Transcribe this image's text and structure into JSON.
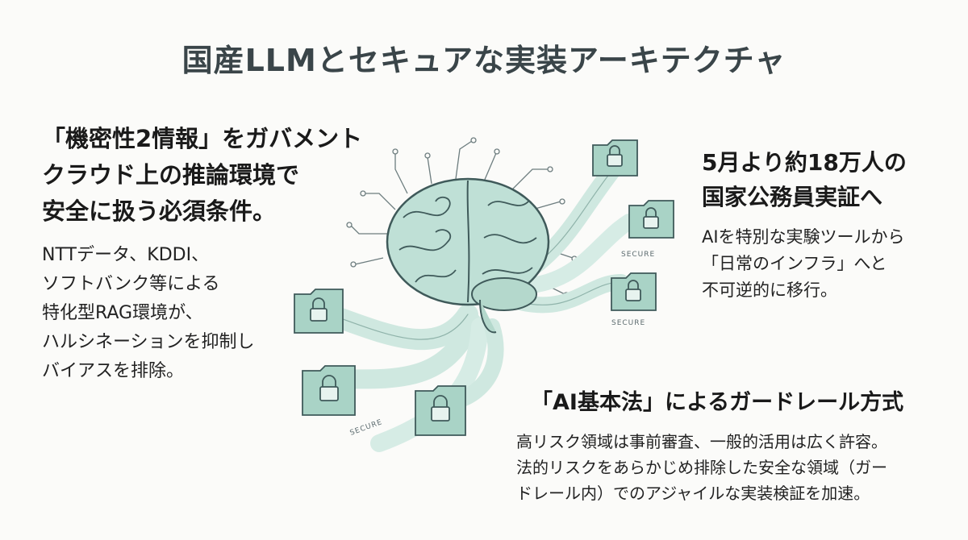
{
  "title": "国産LLMとセキュアな実装アーキテクチャ",
  "left": {
    "heading": "「機密性2情報」をガバメント\nクラウド上の推論環境で\n安全に扱う必須条件。",
    "body": "NTTデータ、KDDI、\nソフトバンク等による\n特化型RAG環境が、\nハルシネーションを抑制し\nバイアスを排除。"
  },
  "right_top": {
    "heading": "5月より約18万人の\n国家公務員実証へ",
    "body": "AIを特別な実験ツールから\n「日常のインフラ」へと\n不可逆的に移行。"
  },
  "bottom": {
    "heading": "「AI基本法」によるガードレール方式",
    "body": "高リスク領域は事前審査、一般的活用は広く許容。\n法的リスクをあらかじめ排除した安全な領域（ガー\nドレール内）でのアジャイルな実装検証を加速。"
  },
  "illustration": {
    "secure_label": "SECURE",
    "icons": [
      "brain-icon",
      "folder-lock-icon"
    ],
    "colors": {
      "brain": "#bfe0d6",
      "brain_stroke": "#3f5a5a",
      "stream": "#cfe8e0",
      "folder": "#a9d3c6"
    }
  }
}
